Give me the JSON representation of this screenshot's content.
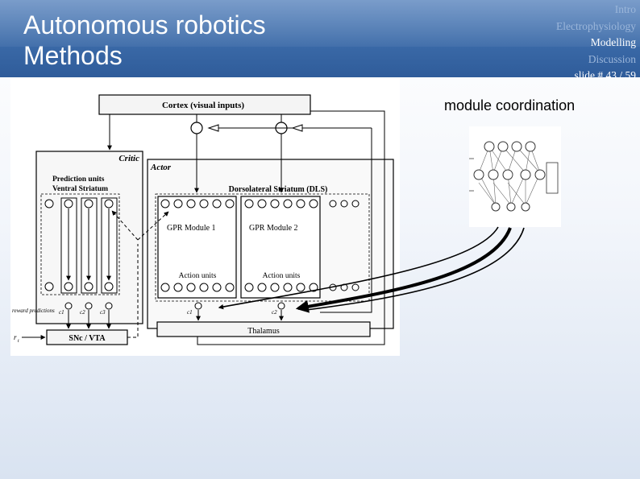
{
  "slide": {
    "title_line1": "Autonomous robotics",
    "title_line2": "Methods",
    "nav": {
      "intro": "Intro",
      "electrophysiology": "Electrophysiology",
      "modelling": "Modelling",
      "discussion": "Discussion",
      "slide_number": "slide # 43 / 59"
    },
    "caption": "module coordination"
  },
  "diagram": {
    "cortex": "Cortex (visual inputs)",
    "critic": "Critic",
    "actor": "Actor",
    "prediction_units": "Prediction units",
    "ventral_striatum": "Ventral Striatum",
    "dls": "Dorsolateral Striatum (DLS)",
    "gpr1": "GPR Module 1",
    "gpr2": "GPR Module 2",
    "action_units": "Action units",
    "thalamus": "Thalamus",
    "snc": "SNc / VTA",
    "reward": "r",
    "reward_sub": "t",
    "rp_label": "reward predictions",
    "c1": "c1",
    "c2": "c2",
    "c3": "c3"
  },
  "colors": {
    "header": "#3b6aa8",
    "header_dim_text": "#9bb6da",
    "background_bottom": "#d9e3f1"
  }
}
